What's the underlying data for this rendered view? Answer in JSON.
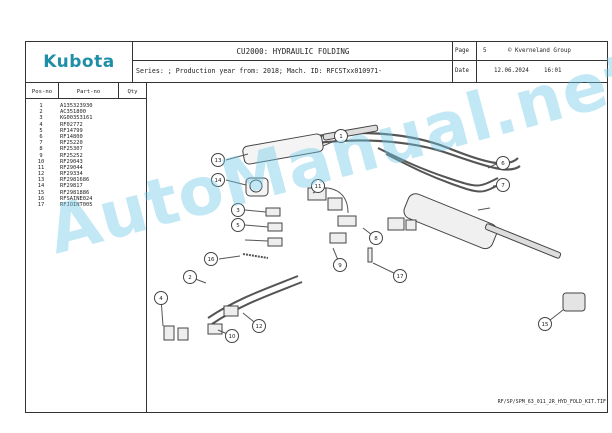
{
  "header": {
    "brand": "Kubota",
    "title": "CU2000: HYDRAULIC FOLDING",
    "subtitle": "Series: ; Production year from: 2018; Mach. ID: RFCSTxx010971-",
    "page_label": "Page",
    "page_number": "5",
    "copyright": "© Kverneland Group",
    "date_label": "Date",
    "date_value": "12.06.2024",
    "time_value": "16:01"
  },
  "table": {
    "headers": {
      "pos": "Pos-no",
      "part": "Part-no",
      "qty": "Qty"
    },
    "rows": [
      {
        "pos": "1",
        "part": "A135323930"
      },
      {
        "pos": "2",
        "part": "AC351800"
      },
      {
        "pos": "3",
        "part": "KG00353161"
      },
      {
        "pos": "4",
        "part": "RF02772"
      },
      {
        "pos": "5",
        "part": "RF14799"
      },
      {
        "pos": "6",
        "part": "RF14800"
      },
      {
        "pos": "7",
        "part": "RF25220"
      },
      {
        "pos": "8",
        "part": "RF25307"
      },
      {
        "pos": "9",
        "part": "RF25252"
      },
      {
        "pos": "10",
        "part": "RF29043"
      },
      {
        "pos": "11",
        "part": "RF29044"
      },
      {
        "pos": "12",
        "part": "RF29334"
      },
      {
        "pos": "13",
        "part": "RF2981686"
      },
      {
        "pos": "14",
        "part": "RF29817"
      },
      {
        "pos": "15",
        "part": "RF2981886"
      },
      {
        "pos": "16",
        "part": "RFSAINE024"
      },
      {
        "pos": "17",
        "part": "RFJOINT005"
      }
    ]
  },
  "diagram": {
    "file_ref": "RF/SP/SPM_63_011_2R_HYD_FOLD_KIT.TIF",
    "callouts": [
      {
        "label": "1"
      },
      {
        "label": "2"
      },
      {
        "label": "3"
      },
      {
        "label": "4"
      },
      {
        "label": "5"
      },
      {
        "label": "6"
      },
      {
        "label": "7"
      },
      {
        "label": "8"
      },
      {
        "label": "9"
      },
      {
        "label": "10"
      },
      {
        "label": "11"
      },
      {
        "label": "12"
      },
      {
        "label": "13"
      },
      {
        "label": "14"
      },
      {
        "label": "15"
      },
      {
        "label": "16"
      },
      {
        "label": "17"
      }
    ]
  },
  "watermark": "AutoManual.net"
}
